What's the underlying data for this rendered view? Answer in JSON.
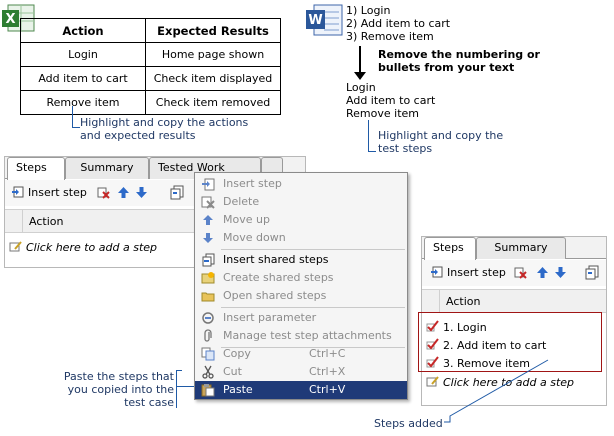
{
  "excel": {
    "icon": "excel-icon",
    "headers": [
      "Action",
      "Expected Results"
    ],
    "rows": [
      [
        "Login",
        "Home page shown"
      ],
      [
        "Add item to cart",
        "Check item displayed"
      ],
      [
        "Remove item",
        "Check item removed"
      ]
    ],
    "callout": [
      "Highlight and copy the actions",
      "and expected results"
    ]
  },
  "word": {
    "icon": "word-icon",
    "numbered_list": [
      "1) Login",
      "2) Add item to cart",
      "3) Remove item"
    ],
    "remove_note": [
      "Remove the numbering or",
      "bullets from your text"
    ],
    "plain_list": [
      "Login",
      "Add item to cart",
      "Remove item"
    ],
    "callout": [
      "Highlight and copy the",
      "test steps"
    ]
  },
  "left_panel": {
    "tabs": [
      "Steps",
      "Summary",
      "Tested Work Items"
    ],
    "insert_step": "Insert step",
    "column_action": "Action",
    "add_row": "Click here to add a step"
  },
  "context_menu": {
    "items": [
      {
        "label": "Insert step",
        "shortcut": "",
        "enabled": false,
        "icon": "insert-step-icon"
      },
      {
        "label": "Delete",
        "shortcut": "",
        "enabled": false,
        "icon": "delete-icon"
      },
      {
        "label": "Move up",
        "shortcut": "",
        "enabled": false,
        "icon": "arrow-up-icon"
      },
      {
        "label": "Move down",
        "shortcut": "",
        "enabled": false,
        "icon": "arrow-down-icon"
      },
      {
        "label": "Insert shared steps",
        "shortcut": "",
        "enabled": true,
        "icon": "shared-steps-icon"
      },
      {
        "label": "Create shared steps",
        "shortcut": "",
        "enabled": false,
        "icon": "create-shared-icon"
      },
      {
        "label": "Open shared steps",
        "shortcut": "",
        "enabled": false,
        "icon": "folder-icon"
      },
      {
        "label": "Insert parameter",
        "shortcut": "",
        "enabled": false,
        "icon": "parameter-icon"
      },
      {
        "label": "Manage test step attachments",
        "shortcut": "",
        "enabled": false,
        "icon": "paperclip-icon"
      },
      {
        "label": "Copy",
        "shortcut": "Ctrl+C",
        "enabled": false,
        "icon": "copy-icon"
      },
      {
        "label": "Cut",
        "shortcut": "Ctrl+X",
        "enabled": false,
        "icon": "scissors-icon"
      },
      {
        "label": "Paste",
        "shortcut": "Ctrl+V",
        "enabled": true,
        "selected": true,
        "icon": "paste-icon"
      }
    ]
  },
  "right_panel": {
    "tabs": [
      "Steps",
      "Summary"
    ],
    "insert_step": "Insert step",
    "column_action": "Action",
    "steps": [
      "1. Login",
      "2. Add item to cart",
      "3. Remove item"
    ],
    "add_row": "Click here to add a step"
  },
  "paste_note": [
    "Paste the steps that",
    "you copied into the",
    "test case"
  ],
  "steps_added": "Steps added",
  "colors": {
    "selection": "#1f3a78",
    "callout": "#1f3864",
    "highlight_box": "#a01515"
  }
}
